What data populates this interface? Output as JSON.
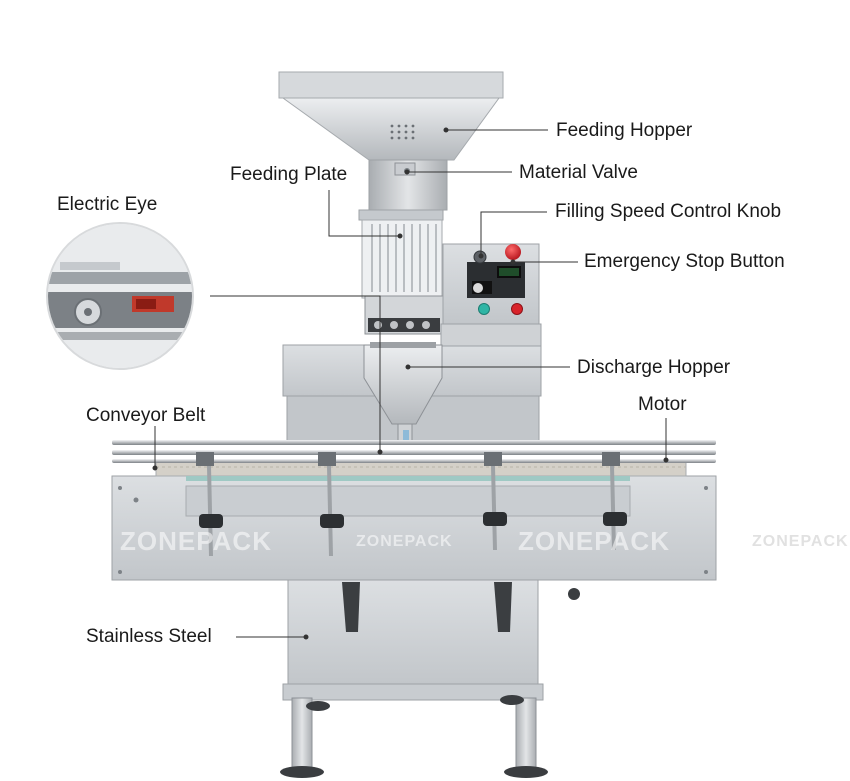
{
  "labels": {
    "feeding_hopper": "Feeding Hopper",
    "material_valve": "Material Valve",
    "feeding_plate": "Feeding Plate",
    "filling_speed_knob": "Filling Speed Control Knob",
    "electric_eye": "Electric Eye",
    "emergency_stop": "Emergency Stop Button",
    "discharge_hopper": "Discharge Hopper",
    "conveyor_belt": "Conveyor Belt",
    "motor": "Motor",
    "stainless_steel": "Stainless Steel"
  },
  "watermark": {
    "brand": "ZONEPACK"
  },
  "colors": {
    "steel_light": "#d9dcdf",
    "steel_mid": "#b9bdc1",
    "steel_dark": "#8a8f94",
    "belt": "#9fc9c4",
    "stop_red": "#d8232a",
    "knob_teal": "#2fb5a5",
    "eye_red": "#c0392b"
  },
  "icons": {
    "emergency_stop": "red-mushroom-button-icon",
    "speed_knob": "rotary-knob-icon",
    "electric_eye": "photo-sensor-icon"
  }
}
